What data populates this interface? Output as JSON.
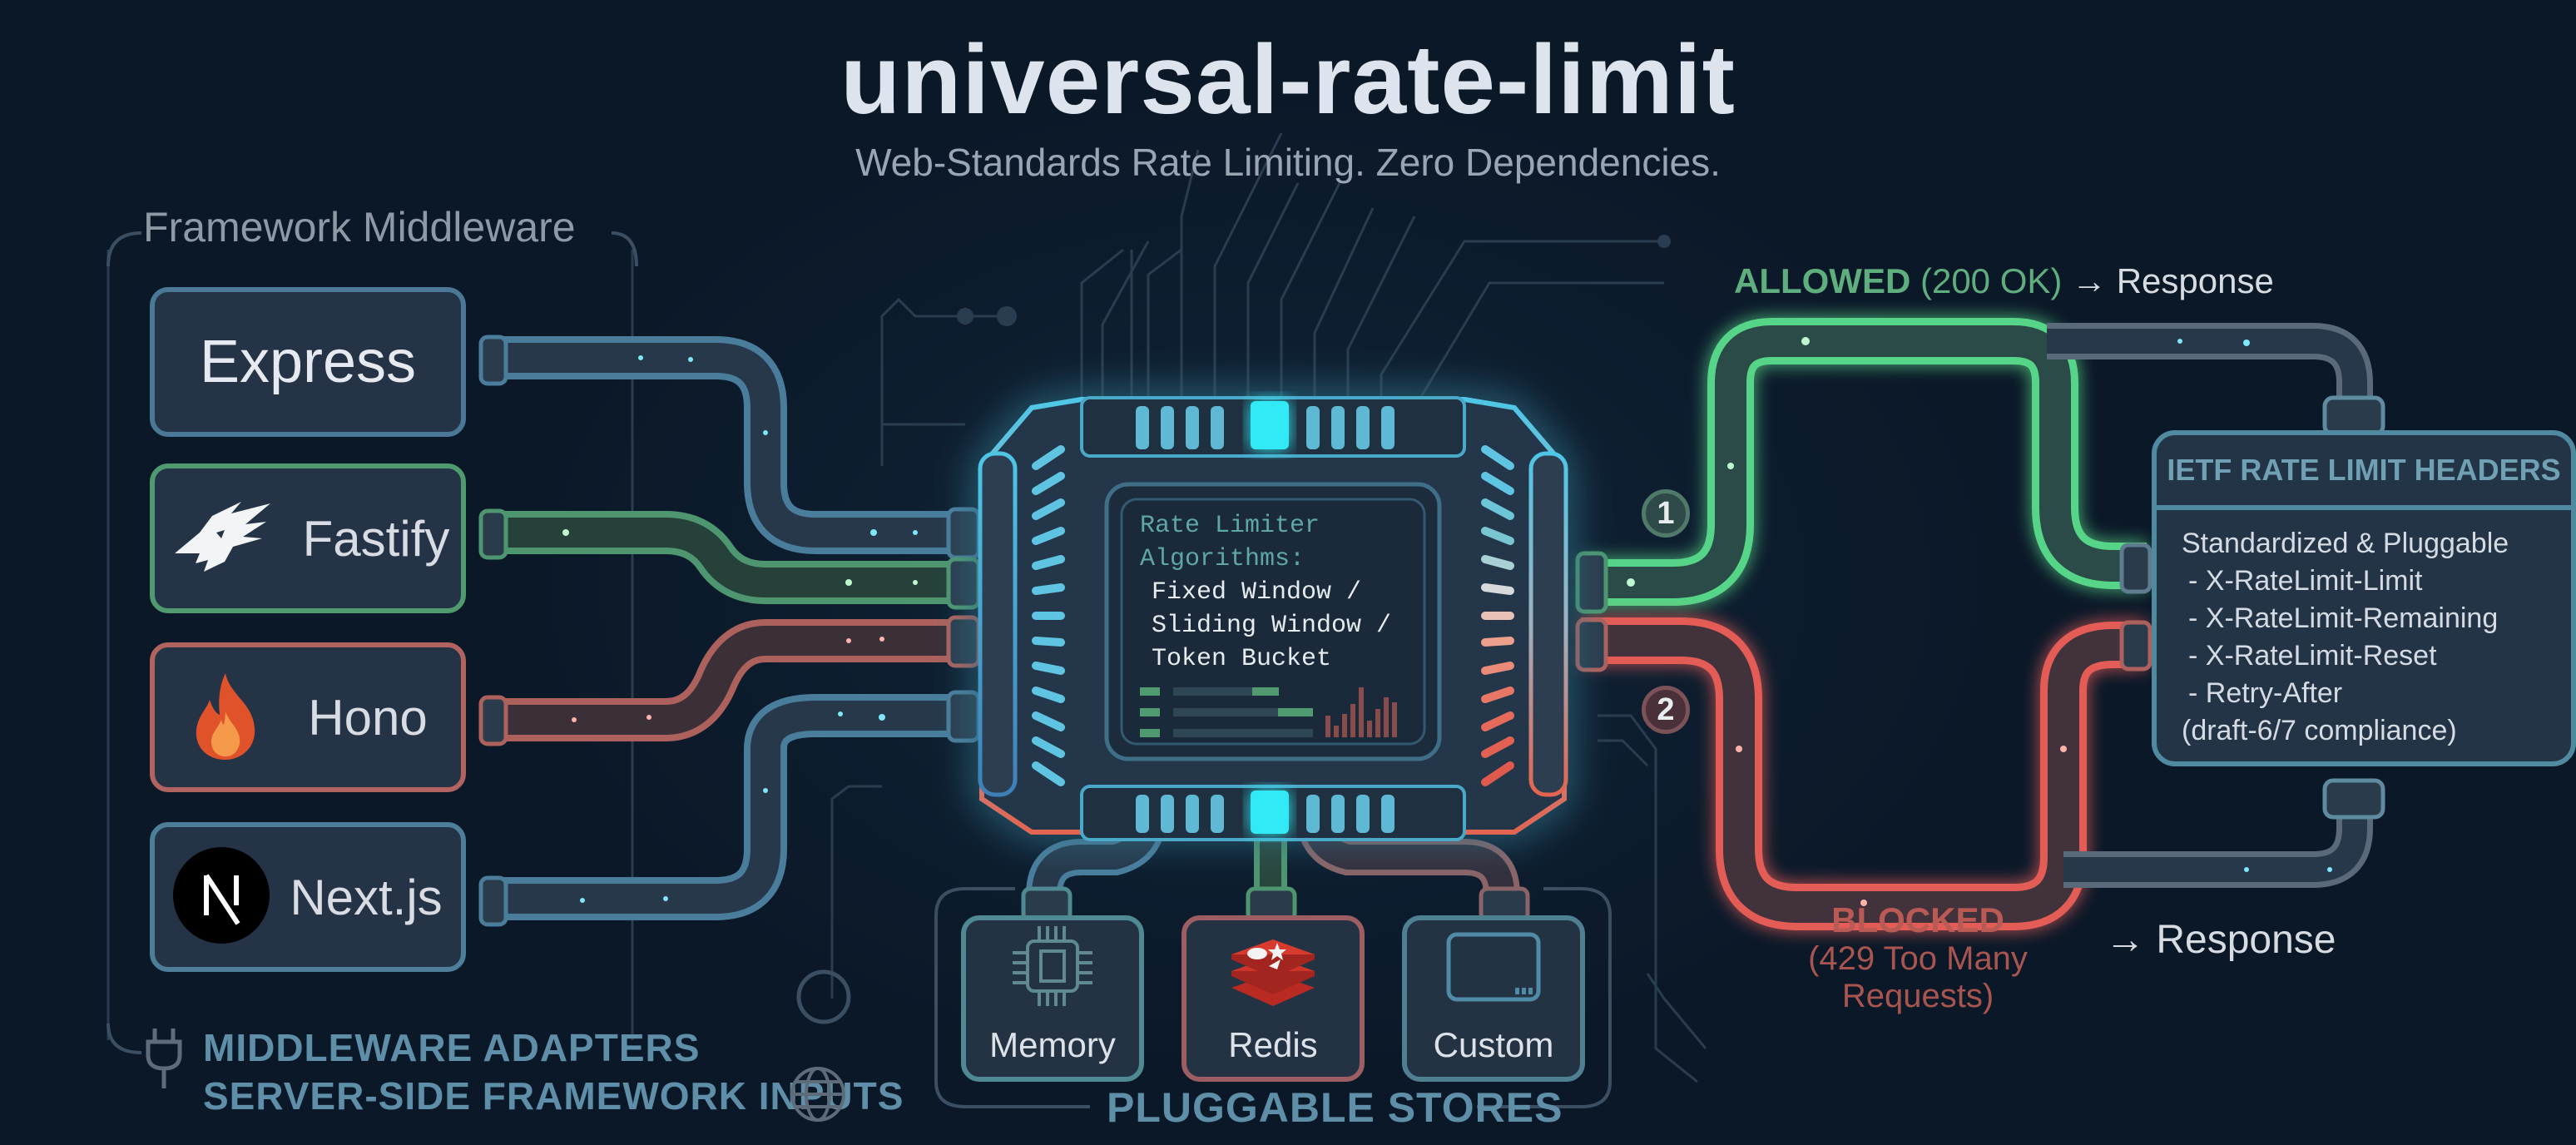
{
  "header": {
    "title": "universal-rate-limit",
    "subtitle": "Web-Standards Rate Limiting. Zero Dependencies."
  },
  "frameworks": {
    "group_label": "Framework Middleware",
    "items": [
      {
        "label": "Express",
        "icon": "express-wordmark",
        "color": "#4a7896"
      },
      {
        "label": "Fastify",
        "icon": "fastify-logo-icon",
        "color": "#4f9a6e"
      },
      {
        "label": "Hono",
        "icon": "flame-icon",
        "color": "#b0635f"
      },
      {
        "label": "Next.js",
        "icon": "nextjs-logo-icon",
        "color": "#4d7f9a"
      }
    ],
    "caption_line1": "MIDDLEWARE ADAPTERS",
    "caption_line2": "SERVER-SIDE FRAMEWORK INPUTS"
  },
  "core": {
    "screen_line1": "Rate Limiter",
    "screen_line2": "Algorithms:",
    "algorithms": [
      "Fixed Window /",
      "Sliding Window /",
      "Token Bucket"
    ],
    "accent_color": "#33e0f0"
  },
  "stores": {
    "group_label": "PLUGGABLE STORES",
    "items": [
      {
        "label": "Memory",
        "icon": "memory-chip-icon"
      },
      {
        "label": "Redis",
        "icon": "redis-logo-icon"
      },
      {
        "label": "Custom",
        "icon": "custom-window-icon"
      }
    ]
  },
  "outcomes": {
    "allowed": {
      "badge": "1",
      "status": "ALLOWED",
      "code": "(200 OK)",
      "arrow": "→",
      "target": "Response",
      "color": "#5fc98a"
    },
    "blocked": {
      "badge": "2",
      "status": "BLOCKED",
      "code": "(429 Too Many Requests)",
      "arrow": "→",
      "target": "Response",
      "color": "#e05a55"
    }
  },
  "headers_panel": {
    "title": "IETF RATE LIMIT HEADERS",
    "intro": "Standardized & Pluggable",
    "items": [
      "- X-RateLimit-Limit",
      "- X-RateLimit-Remaining",
      "- X-RateLimit-Reset",
      "- Retry-After"
    ],
    "footer": "(draft-6/7 compliance)"
  }
}
